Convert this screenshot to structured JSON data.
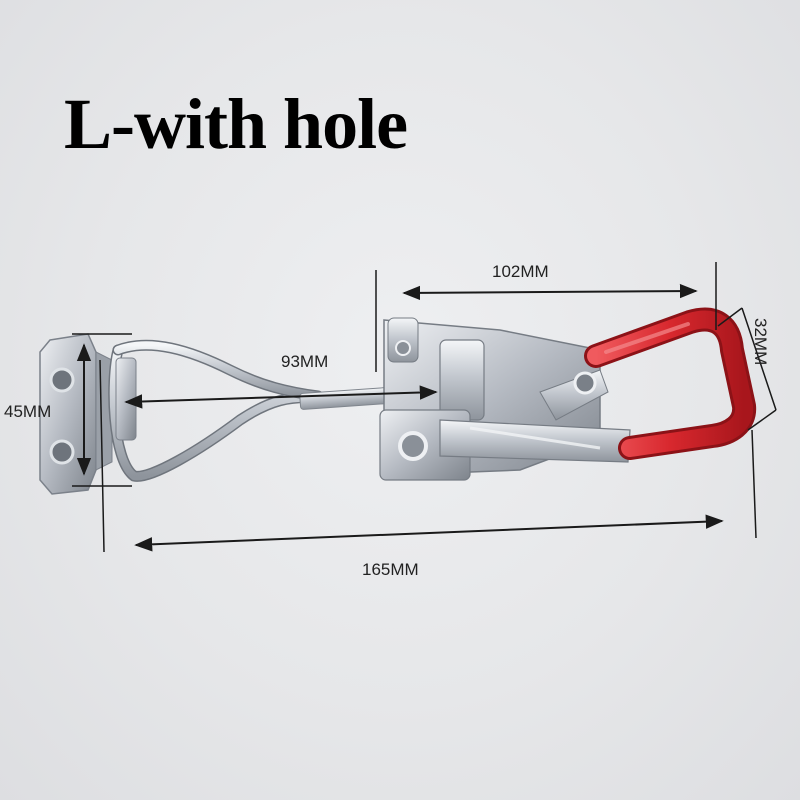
{
  "title": "L-with hole",
  "dimensions": {
    "top_length": "102MM",
    "rod_length": "93MM",
    "plate_height": "45MM",
    "handle_width": "32MM",
    "overall_length": "165MM"
  },
  "colors": {
    "handle_grip": "#d8282e",
    "metal": "#b9bec5",
    "dimension_line": "#1a1a1a"
  }
}
